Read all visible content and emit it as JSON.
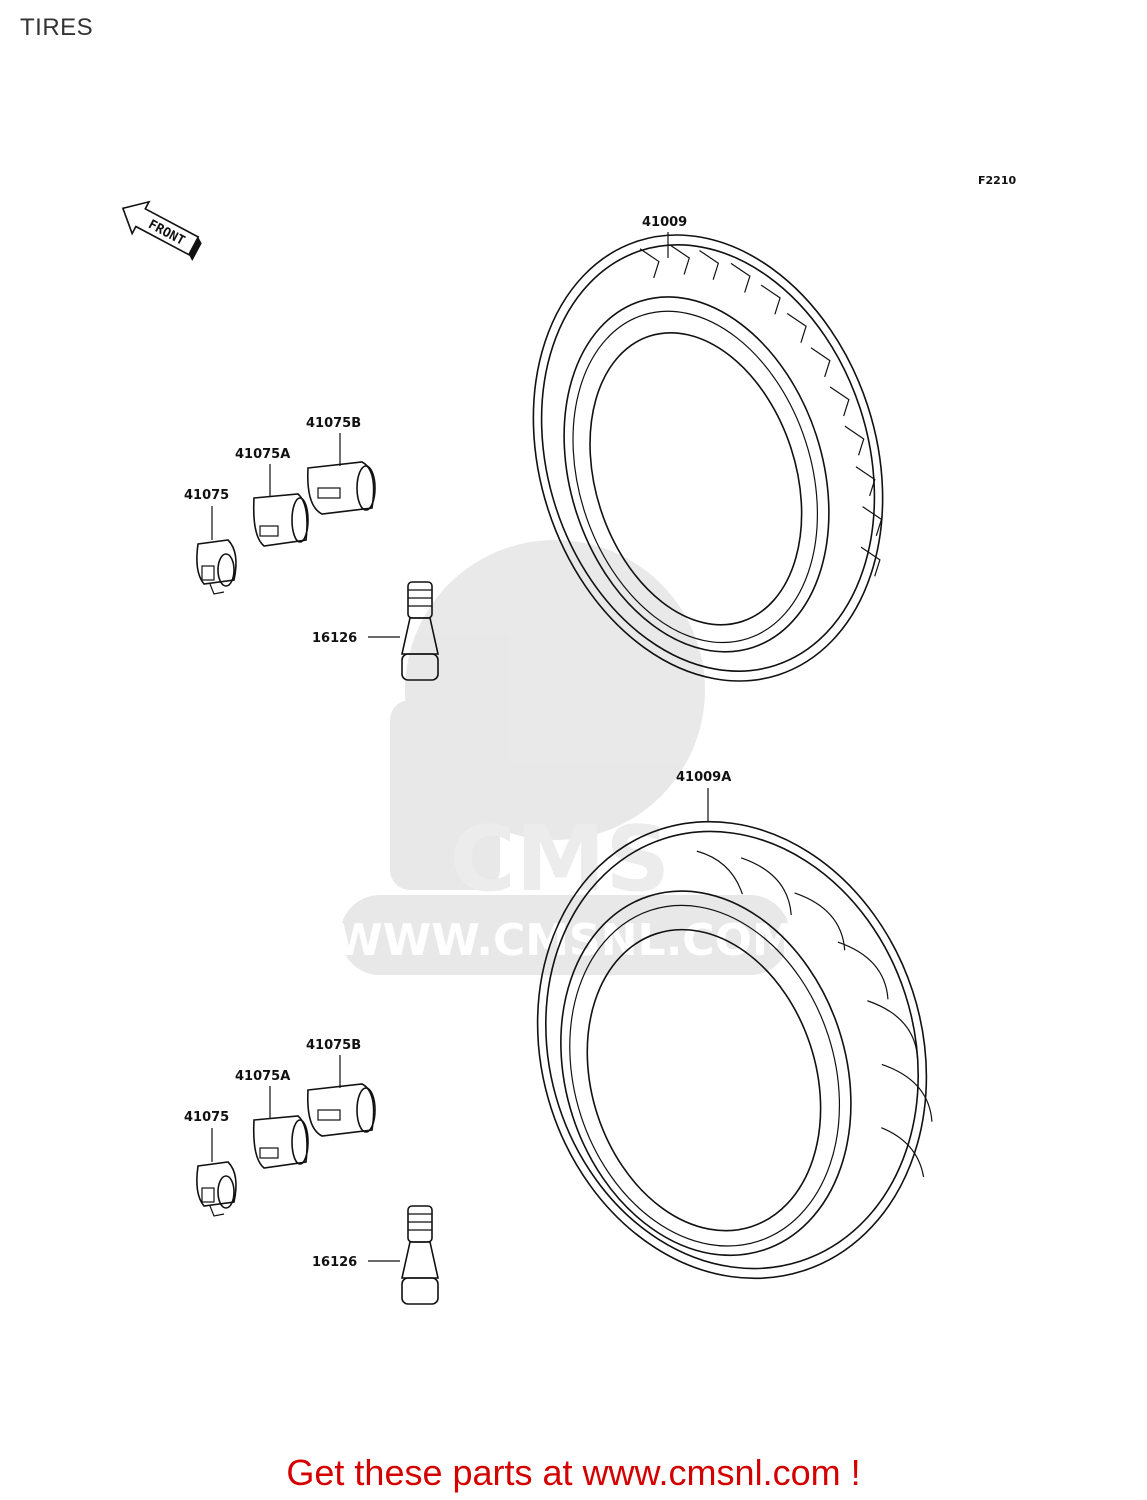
{
  "page": {
    "title": "TIRES"
  },
  "figure": {
    "code": "F2210",
    "front_label": "FRONT"
  },
  "watermark": {
    "brand": "CMS",
    "url": "WWW.CMSNL.COM"
  },
  "callouts": {
    "front_tire": "41009",
    "rear_tire": "41009A",
    "upper": {
      "weight": "41075",
      "weight_a": "41075A",
      "weight_b": "41075B",
      "valve": "16126"
    },
    "lower": {
      "weight": "41075",
      "weight_a": "41075A",
      "weight_b": "41075B",
      "valve": "16126"
    }
  },
  "footer": {
    "text": "Get these parts at www.cmsnl.com !"
  }
}
